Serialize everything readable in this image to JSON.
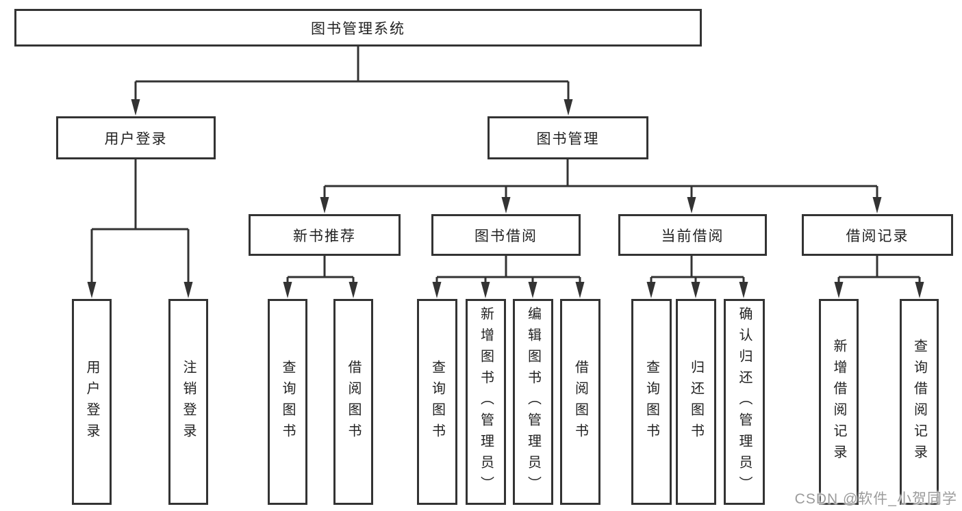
{
  "diagram": {
    "type": "hierarchy",
    "nodes": {
      "root": {
        "label": "图书管理系统"
      },
      "level2": [
        {
          "label": "用户登录",
          "parent": "图书管理系统"
        },
        {
          "label": "图书管理",
          "parent": "图书管理系统"
        }
      ],
      "level3": [
        {
          "label": "新书推荐",
          "parent": "图书管理"
        },
        {
          "label": "图书借阅",
          "parent": "图书管理"
        },
        {
          "label": "当前借阅",
          "parent": "图书管理"
        },
        {
          "label": "借阅记录",
          "parent": "图书管理"
        }
      ],
      "leaves": [
        {
          "label": "用户登录",
          "parent": "用户登录"
        },
        {
          "label": "注销登录",
          "parent": "用户登录"
        },
        {
          "label": "查询图书",
          "parent": "新书推荐"
        },
        {
          "label": "借阅图书",
          "parent": "新书推荐"
        },
        {
          "label": "查询图书",
          "parent": "图书借阅"
        },
        {
          "label": "新增图书（管理员）",
          "parent": "图书借阅"
        },
        {
          "label": "编辑图书（管理员）",
          "parent": "图书借阅"
        },
        {
          "label": "借阅图书",
          "parent": "图书借阅"
        },
        {
          "label": "查询图书",
          "parent": "当前借阅"
        },
        {
          "label": "归还图书",
          "parent": "当前借阅"
        },
        {
          "label": "确认归还（管理员）",
          "parent": "当前借阅"
        },
        {
          "label": "新增借阅记录",
          "parent": "借阅记录"
        },
        {
          "label": "查询借阅记录",
          "parent": "借阅记录"
        }
      ]
    },
    "colors": {
      "line": "#333333",
      "box_border": "#333333",
      "text": "#222222",
      "background": "#ffffff",
      "watermark": "#9b9b9b"
    }
  },
  "watermark": {
    "text": "CSDN @软件_小贺同学"
  }
}
